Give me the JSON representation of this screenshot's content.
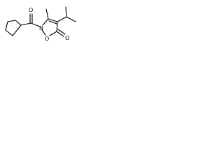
{
  "molecule": {
    "atoms": {
      "carbonyl_oxygen": "O",
      "ring_nitrogen": "N",
      "ring_oxygen": "O",
      "lactone_oxygen": "O"
    }
  }
}
